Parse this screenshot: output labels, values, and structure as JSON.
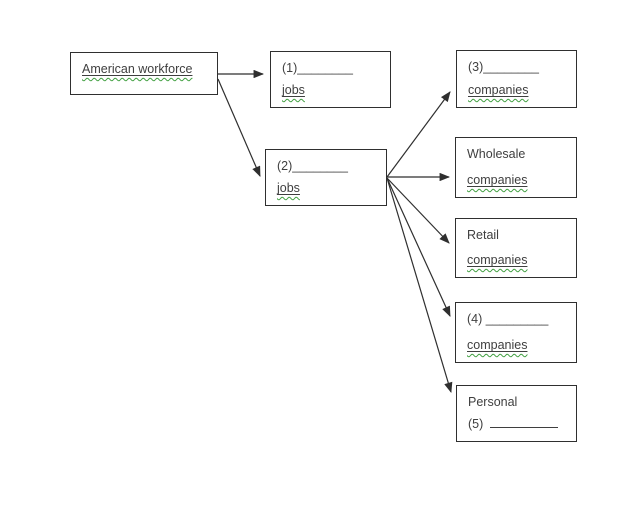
{
  "colors": {
    "text": "#3f3f3f",
    "border": "#2f2f2f",
    "arrow": "#2f2f2f",
    "squiggle": "#3f9e3f",
    "background": "#ffffff"
  },
  "boxes": {
    "workforce": {
      "label": "American workforce"
    },
    "jobs1": {
      "blank": "(1)________",
      "label": "jobs"
    },
    "jobs2": {
      "blank": "(2)________",
      "label": "jobs"
    },
    "companies3": {
      "blank": "(3)________",
      "label": "companies"
    },
    "wholesale": {
      "title": "Wholesale",
      "label": "companies"
    },
    "retail": {
      "title": "Retail",
      "label": "companies"
    },
    "companies4": {
      "blank": "(4) _________",
      "label": "companies"
    },
    "personal": {
      "title": "Personal",
      "blank_prefix": "(5)"
    }
  },
  "edges": [
    {
      "from": "American workforce",
      "to": "(1)________ jobs"
    },
    {
      "from": "American workforce",
      "to": "(2)________ jobs"
    },
    {
      "from": "(2)________ jobs",
      "to": "(3)________ companies"
    },
    {
      "from": "(2)________ jobs",
      "to": "Wholesale companies"
    },
    {
      "from": "(2)________ jobs",
      "to": "Retail companies"
    },
    {
      "from": "(2)________ jobs",
      "to": "(4) _________ companies"
    },
    {
      "from": "(2)________ jobs",
      "to": "Personal (5)"
    }
  ]
}
